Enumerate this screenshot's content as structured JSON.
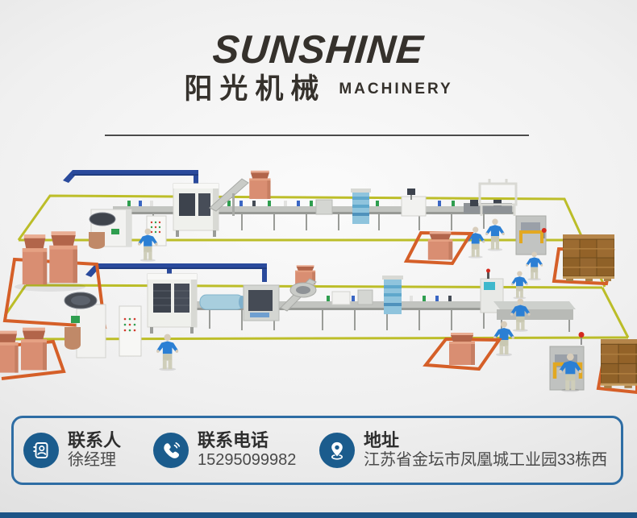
{
  "logo": {
    "name_en": "SUNSHINE",
    "name_cn": "阳光机械",
    "subtitle": "MACHINERY"
  },
  "contact_bar": {
    "items": [
      {
        "icon": "contact-card-icon",
        "label": "联系人",
        "value": "徐经理"
      },
      {
        "icon": "phone-icon",
        "label": "联系电话",
        "value": "15295099982"
      },
      {
        "icon": "location-pin-icon",
        "label": "地址",
        "value": "江苏省金坛市凤凰城工业园33栋西"
      }
    ]
  },
  "colors": {
    "icon_circle_blue": "#1b5c8d",
    "bar_border_blue": "#2e6da4",
    "bottom_strip_blue": "#1d5486",
    "pipe_blue": "#2a4a9c",
    "floor_line_yellow": "#b9bb1e",
    "marker_orange": "#d55f28",
    "carton_salmon": "#d98e72",
    "carton_brown": "#9c6b31",
    "worker_shirt_blue": "#2b7fd4"
  }
}
